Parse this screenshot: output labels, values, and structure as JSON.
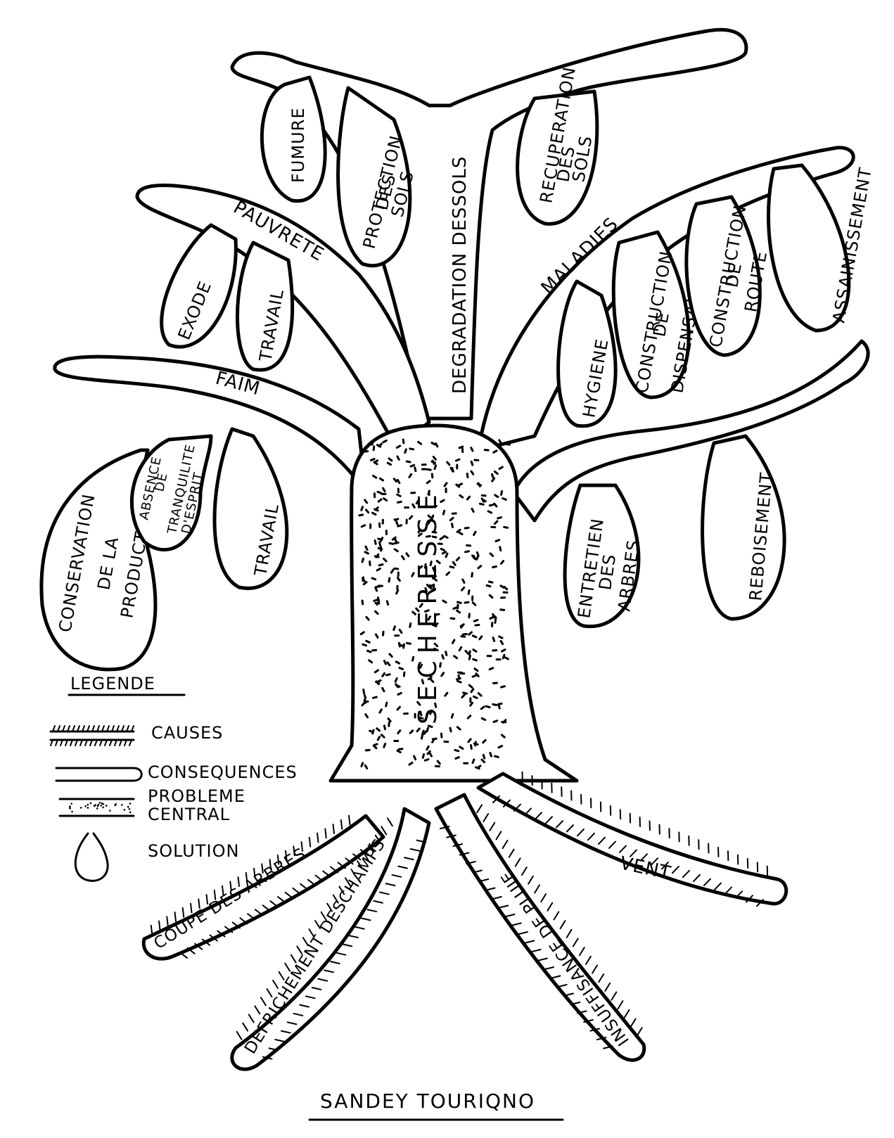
{
  "trunk": {
    "label": "SECHERESSE"
  },
  "branches": {
    "top": "DEGRADATION DESSOLS",
    "left_upper": "PAUVRETE",
    "left_lower": "FAIM",
    "right": "MALADIES"
  },
  "fruits": {
    "fumure": "FUMURE",
    "protection": [
      "PROTECTION",
      "DES",
      "SOLS"
    ],
    "recuperation": [
      "RECUPERATION",
      "DES",
      "SOLS"
    ],
    "exode": "EXODE",
    "travail_upper": "TRAVAIL",
    "hygiene": "HYGIENE",
    "dispensaire": [
      "CONSTRUCTION",
      "DE",
      "DISPENSAIRE"
    ],
    "route": [
      "CONSTRUCTION",
      "DE",
      "ROUTE"
    ],
    "assainissement": "ASSAINISSEMENT",
    "conservation": [
      "CONSERVATION",
      "DE LA",
      "PRODUCTION"
    ],
    "tranquilite": [
      "ABSENCE",
      "DE",
      "TRANQUILITE",
      "D'ESPRIT"
    ],
    "travail_lower": "TRAVAIL",
    "entretien": [
      "ENTRETIEN",
      "DES",
      "ARBRES"
    ],
    "reboisement": "REBOISEMENT"
  },
  "roots": {
    "coupe": "COUPE DES ARBRES",
    "defrichement": "DEFRICHEMENT DESCHAMPS",
    "pluie": "INSUFFISANCE DE PLUIE",
    "vent": "VENT"
  },
  "legend": {
    "title": "LEGENDE",
    "causes": "CAUSES",
    "consequences": "CONSEQUENCES",
    "probleme_line1": "PROBLEME",
    "probleme_line2": "CENTRAL",
    "solution": "SOLUTION"
  },
  "author": "SANDEY TOURIQNO"
}
